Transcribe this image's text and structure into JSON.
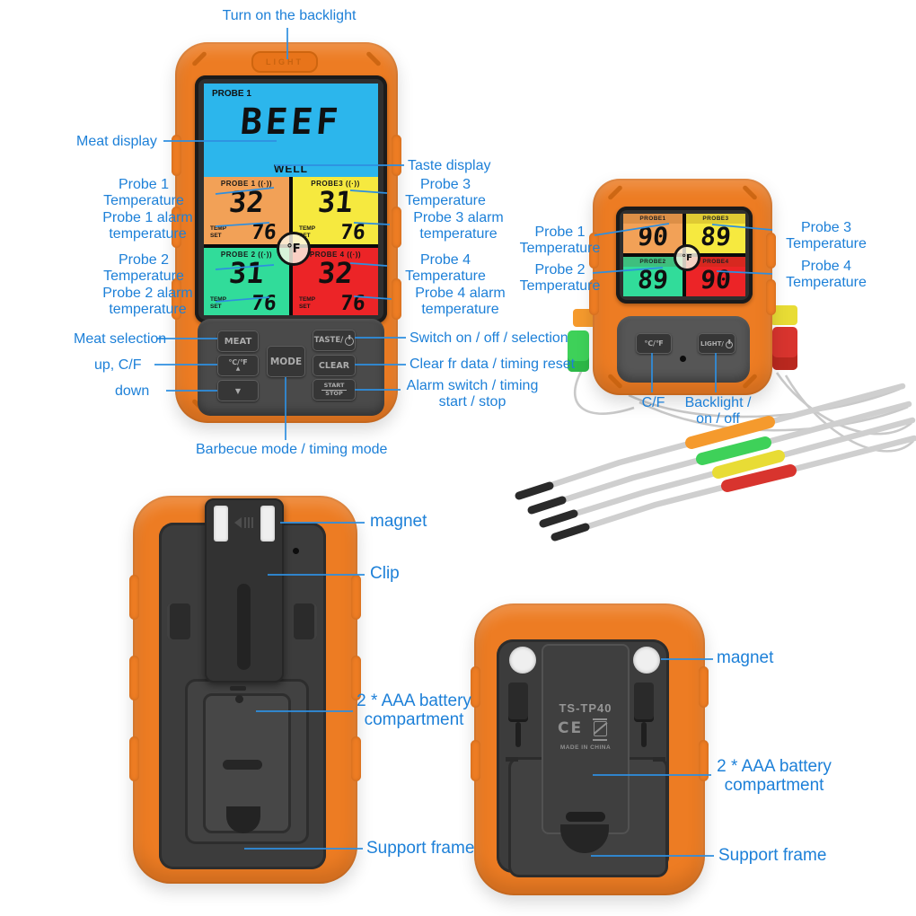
{
  "colors": {
    "body_orange": "#ED7C23",
    "annotation_blue": "#1D80D8",
    "lcd_blue": "#2CB6EC",
    "quad_orange": "#F2A157",
    "quad_yellow": "#F6E93F",
    "quad_green": "#31DC9A",
    "quad_red": "#EC2427"
  },
  "annotations": {
    "backlight": "Turn on the backlight",
    "meat_display": "Meat display",
    "taste_display": "Taste display",
    "probe1_temp": "Probe 1 Temperature",
    "probe1_alarm": "Probe 1 alarm temperature",
    "probe2_temp": "Probe 2 Temperature",
    "probe2_alarm": "Probe 2 alarm temperature",
    "probe3_temp": "Probe 3 Temperature",
    "probe3_alarm": "Probe 3 alarm temperature",
    "probe4_temp": "Probe 4 Temperature",
    "probe4_alarm": "Probe 4 alarm temperature",
    "meat_selection": "Meat selection",
    "up_cf": "up, C/F",
    "down": "down",
    "switch_on_off": "Switch on / off / selection",
    "clear_fr": "Clear fr data / timing reset",
    "alarm_switch": "Alarm switch / timing start / stop",
    "barbecue_mode": "Barbecue mode / timing mode",
    "tx_probe1": "Probe 1 Temperature",
    "tx_probe2": "Probe 2 Temperature",
    "tx_probe3": "Probe 3 Temperature",
    "tx_probe4": "Probe 4 Temperature",
    "tx_cf": "C/F",
    "tx_backlight": "Backlight / on / off",
    "magnet_left": "magnet",
    "clip": "Clip",
    "battery_left": "2 * AAA battery compartment",
    "support_left": "Support frame",
    "magnet_right": "magnet",
    "battery_right": "2 * AAA battery compartment",
    "support_right": "Support frame"
  },
  "remote_front": {
    "top_button": "LIGHT",
    "screen": {
      "probe_header": "PROBE 1",
      "meat": "BEEF",
      "taste": "WELL",
      "unit": "°F",
      "temp_label": "TEMP",
      "set_label": "SET",
      "signal_icon": "((·))",
      "quadrants": [
        {
          "name": "PROBE 1",
          "value": "32",
          "set_value": "76",
          "color": "#F2A157"
        },
        {
          "name": "PROBE3",
          "value": "31",
          "set_value": "76",
          "color": "#F6E93F"
        },
        {
          "name": "PROBE 2",
          "value": "31",
          "set_value": "76",
          "color": "#31DC9A"
        },
        {
          "name": "PROBE 4",
          "value": "32",
          "set_value": "76",
          "color": "#EC2427"
        }
      ]
    },
    "buttons": {
      "meat": "MEAT",
      "taste": "TASTE/",
      "up": "℃/℉",
      "up_arrow": "▲",
      "mode": "MODE",
      "clear": "CLEAR",
      "down": "▼",
      "start": "START",
      "stop": "STOP"
    }
  },
  "transmitter": {
    "screen": {
      "unit": "°F",
      "quadrants": [
        {
          "name": "PROBE1",
          "value": "90",
          "color": "#F2A157"
        },
        {
          "name": "PROBE3",
          "value": "89",
          "color": "#F6E93F"
        },
        {
          "name": "PROBE2",
          "value": "89",
          "color": "#31DC9A"
        },
        {
          "name": "PROBE4",
          "value": "90",
          "color": "#EC2427"
        }
      ]
    },
    "buttons": {
      "cf": "℃/℉",
      "light": "LIGHT/"
    }
  },
  "transmitter_back": {
    "model": "TS-TP40",
    "ce_mark": "CE",
    "made_in": "MADE IN CHINA"
  },
  "probes": {
    "sleeve_colors": [
      "#F59A2D",
      "#3ED159",
      "#E8DC35",
      "#D8342E"
    ]
  }
}
